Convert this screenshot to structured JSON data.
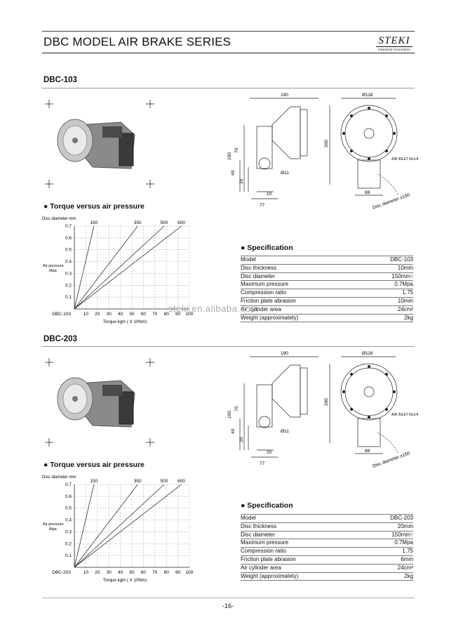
{
  "header": {
    "title": "DBC MODEL AIR BRAKE SERIES",
    "logo_brand": "STEKI",
    "logo_sub": "Industrial Automation"
  },
  "watermark": "steki.en.alibaba.com",
  "page_number": "-16-",
  "models": [
    {
      "name": "DBC-103",
      "chart_heading": "Torque versus air pressure",
      "spec_heading": "Specification",
      "drawing": {
        "dim_width": "190",
        "dim_dia": "Ø118",
        "dim_height": "200",
        "dim_150": "150",
        "dim_70": "70",
        "dim_40": "40",
        "dim_20": "20",
        "dim_10": "10",
        "dim_77": "77",
        "dim_88": "88",
        "hole": "Ø11",
        "air_inlet": "AIR INLET  Rc1/4",
        "disc_note": "Disc diameter ≥150"
      },
      "chart_data": {
        "type": "line",
        "top_label": "Disc diameter mm",
        "disc_diameters": [
          "150",
          "350",
          "500",
          "600"
        ],
        "ylabel": "Air pressure Mpa",
        "xlabel": "Torque kgm ( X 10Nm)",
        "x_origin_label": "DBC-103",
        "x_ticks": [
          10,
          20,
          30,
          40,
          50,
          60,
          70,
          80,
          90,
          100
        ],
        "y_ticks": [
          0.1,
          0.2,
          0.3,
          0.4,
          0.5,
          0.6,
          0.7
        ],
        "xlim": [
          0,
          100
        ],
        "ylim": [
          0,
          0.7
        ],
        "series": [
          {
            "name": "150",
            "x": [
              0,
              17
            ],
            "y": [
              0,
              0.7
            ]
          },
          {
            "name": "350",
            "x": [
              0,
              55
            ],
            "y": [
              0,
              0.7
            ]
          },
          {
            "name": "500",
            "x": [
              0,
              78
            ],
            "y": [
              0,
              0.7
            ]
          },
          {
            "name": "600",
            "x": [
              0,
              93
            ],
            "y": [
              0,
              0.7
            ]
          }
        ]
      },
      "spec": [
        {
          "label": "Model",
          "value": "DBC-103"
        },
        {
          "label": "Disc thickness",
          "value": "10mm"
        },
        {
          "label": "Disc diameter",
          "value": "150mm↑"
        },
        {
          "label": "Maximum pressure",
          "value": "0.7Mpa"
        },
        {
          "label": "Compression ratio",
          "value": "1.75"
        },
        {
          "label": "Friction plate abrasion",
          "value": "10mm"
        },
        {
          "label": "Air cylinder area",
          "value": "24cm²"
        },
        {
          "label": "Weight (approximately)",
          "value": "2kg"
        }
      ]
    },
    {
      "name": "DBC-203",
      "chart_heading": "Torque versus air pressure",
      "spec_heading": "Specification",
      "drawing": {
        "dim_width": "190",
        "dim_dia": "Ø118",
        "dim_height": "200",
        "dim_150": "150",
        "dim_70": "70",
        "dim_40": "40",
        "dim_20": "20",
        "dim_10": "20",
        "dim_77": "77",
        "dim_88": "88",
        "hole": "Ø11",
        "air_inlet": "AIR INLET  Rc1/4",
        "disc_note": "Disc diameter ≥150"
      },
      "chart_data": {
        "type": "line",
        "top_label": "Disc diameter mm",
        "disc_diameters": [
          "150",
          "350",
          "500",
          "600"
        ],
        "ylabel": "Air pressure Mpa",
        "xlabel": "Torque kgm ( X 10Nm)",
        "x_origin_label": "DBC-203",
        "x_ticks": [
          10,
          20,
          30,
          40,
          50,
          60,
          70,
          80,
          90,
          100
        ],
        "y_ticks": [
          0.1,
          0.2,
          0.3,
          0.4,
          0.5,
          0.6,
          0.7
        ],
        "xlim": [
          0,
          100
        ],
        "ylim": [
          0,
          0.7
        ],
        "series": [
          {
            "name": "150",
            "x": [
              0,
              17
            ],
            "y": [
              0,
              0.7
            ]
          },
          {
            "name": "350",
            "x": [
              0,
              55
            ],
            "y": [
              0,
              0.7
            ]
          },
          {
            "name": "500",
            "x": [
              0,
              78
            ],
            "y": [
              0,
              0.7
            ]
          },
          {
            "name": "600",
            "x": [
              0,
              93
            ],
            "y": [
              0,
              0.7
            ]
          }
        ]
      },
      "spec": [
        {
          "label": "Model",
          "value": "DBC-203"
        },
        {
          "label": "Disc thickness",
          "value": "20mm"
        },
        {
          "label": "Disc diameter",
          "value": "150mm↑"
        },
        {
          "label": "Maximum pressure",
          "value": "0.7Mpa"
        },
        {
          "label": "Compression ratio",
          "value": "1.75"
        },
        {
          "label": "Friction plate abrasion",
          "value": "6mm"
        },
        {
          "label": "Air cylinder area",
          "value": "24cm²"
        },
        {
          "label": "Weight (approximately)",
          "value": "2kg"
        }
      ]
    }
  ]
}
